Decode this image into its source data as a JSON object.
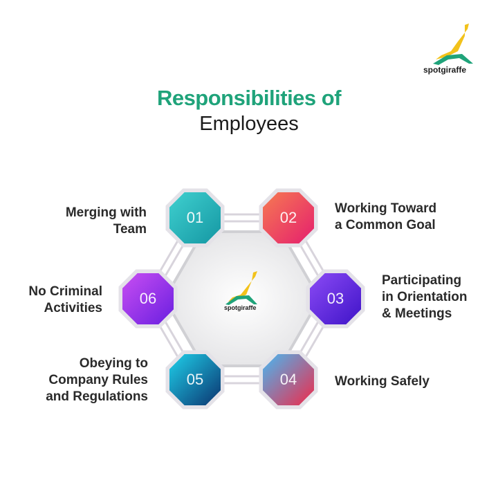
{
  "brand": {
    "name": "spotgiraffe",
    "colors": {
      "yellow": "#f2c21b",
      "green": "#1fa37a"
    }
  },
  "title": {
    "line1": "Responsibilities of",
    "line2": "Employees",
    "accent": "#1fa37a"
  },
  "center": {
    "brand": "spotgiraffe"
  },
  "items": [
    {
      "number": "01",
      "label1": "Merging with",
      "label2": "Team",
      "colors": [
        "#3fd0cf",
        "#1597a3"
      ]
    },
    {
      "number": "02",
      "label1": "Working Toward",
      "label2": "a Common Goal",
      "colors": [
        "#f67a52",
        "#e51f6e"
      ]
    },
    {
      "number": "03",
      "label1": "Participating",
      "label2": "in Orientation",
      "label3": "& Meetings",
      "colors": [
        "#8b4af5",
        "#3f14c8"
      ]
    },
    {
      "number": "04",
      "label1": "Working Safely",
      "colors": [
        "#47b8f2",
        "#f02a4a"
      ]
    },
    {
      "number": "05",
      "label1": "Obeying to",
      "label2": "Company Rules",
      "label3": "and Regulations",
      "colors": [
        "#1fd0ea",
        "#0b3470"
      ]
    },
    {
      "number": "06",
      "label1": "No Criminal",
      "label2": "Activities",
      "colors": [
        "#c84ef2",
        "#6a1fe0"
      ]
    }
  ]
}
